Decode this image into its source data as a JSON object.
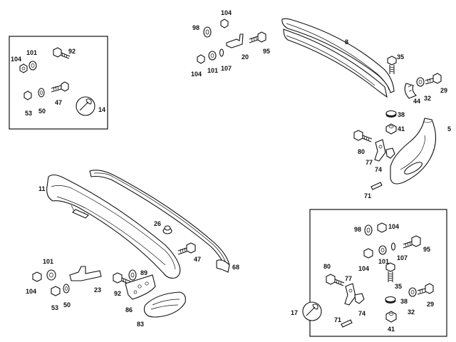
{
  "labels": {
    "tl_104": "104",
    "tl_101": "101",
    "tl_92": "92",
    "tl_53": "53",
    "tl_50": "50",
    "tl_47": "47",
    "tl_14": "14",
    "tc_104": "104",
    "tc_98": "98",
    "tc_104b": "104",
    "tc_101": "101",
    "tc_107": "107",
    "tc_20": "20",
    "tc_95": "95",
    "tr_8": "8",
    "tr_35": "35",
    "tr_44": "44",
    "tr_32": "32",
    "tr_29": "29",
    "tr_38": "38",
    "tr_41": "41",
    "tr_5": "5",
    "tr_80": "80",
    "tr_77": "77",
    "tr_74": "74",
    "tr_71": "71",
    "bl_11": "11",
    "bl_26": "26",
    "bl_47": "47",
    "bl_68": "68",
    "bl_101": "101",
    "bl_104": "104",
    "bl_23": "23",
    "bl_89": "89",
    "bl_92": "92",
    "bl_53": "53",
    "bl_50": "50",
    "bl_86": "86",
    "bl_83": "83",
    "br_98": "98",
    "br_104": "104",
    "br_95": "95",
    "br_107": "107",
    "br_104b": "104",
    "br_101": "101",
    "br_80": "80",
    "br_77": "77",
    "br_35": "35",
    "br_17": "17",
    "br_74": "74",
    "br_38": "38",
    "br_32": "32",
    "br_29": "29",
    "br_71": "71",
    "br_41": "41"
  }
}
